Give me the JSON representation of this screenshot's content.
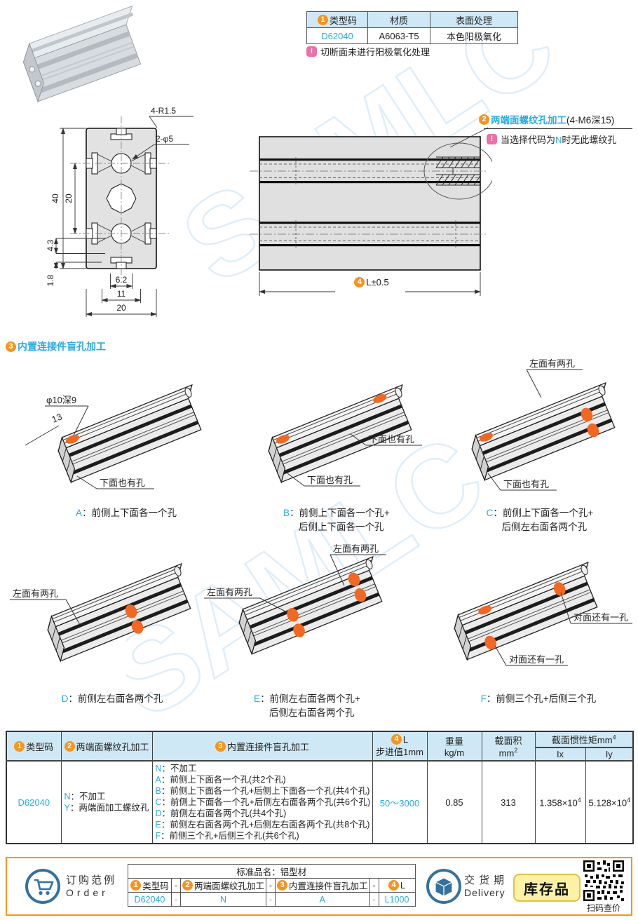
{
  "badges": {
    "n1": "1",
    "n2": "2",
    "n3": "3",
    "n4": "4"
  },
  "watermark": {
    "text": "SAMLC"
  },
  "spec_table": {
    "header": [
      {
        "num": "1",
        "label": "类型码"
      },
      {
        "label": "材质"
      },
      {
        "label": "表面处理"
      }
    ],
    "row": {
      "code": "D62040",
      "material": "A6063-T5",
      "surface": "本色阳极氧化"
    },
    "note": "切断面未进行阳极氧化处理"
  },
  "drawing": {
    "cross_section": {
      "label_radius": "4-R1.5",
      "label_holes": "2-φ5",
      "dim_height": "40",
      "dim_inner": "20",
      "dim_43": "4.3",
      "dim_18": "1.8",
      "dim_62": "6.2",
      "dim_11": "11",
      "dim_width": "20"
    },
    "side_view": {
      "ann_label": "两端面螺纹孔加工",
      "ann_suffix": "(4-M6深15)",
      "note_prefix": "当选择代码为",
      "note_highlight": "N",
      "note_suffix": "时无此螺纹孔",
      "dim_label": "L±0.5"
    }
  },
  "section3": {
    "title": "内置连接件盲孔加工"
  },
  "views": [
    {
      "letter": "A",
      "caption": "：前侧上下面各一个孔",
      "label_hole": "φ10深9",
      "label_13": "13",
      "label_bottom": "下面也有孔"
    },
    {
      "letter": "B",
      "caption": "：前侧上下面各一个孔+",
      "caption2": "后侧上下面各一个孔",
      "label_top": "下面也有孔",
      "label_bottom": "下面也有孔"
    },
    {
      "letter": "C",
      "caption": "：前侧上下面各一个孔+",
      "caption2": "后侧左右面各两个孔",
      "label_top": "左面有两孔",
      "label_bottom": "下面也有孔"
    },
    {
      "letter": "D",
      "caption": "：前侧左右面各两个孔",
      "label_left": "左面有两孔"
    },
    {
      "letter": "E",
      "caption": "：前侧左右面各两个孔+",
      "caption2": "后侧左右面各两个孔",
      "label_top": "左面有两孔",
      "label_left": "左面有两孔"
    },
    {
      "letter": "F",
      "caption": "：前侧三个孔+后侧三个孔",
      "label_right": "对面还有一孔",
      "label_bottom": "对面还有一孔"
    }
  ],
  "main_table": {
    "h_code": {
      "label": "类型码"
    },
    "h_thread": {
      "label": "两端面螺纹孔加工"
    },
    "h_blind": {
      "label": "内置连接件盲孔加工"
    },
    "h_length": {
      "label": "L",
      "sub": "步进值1mm"
    },
    "h_weight": {
      "line1": "重量",
      "line2": "kg/m"
    },
    "h_area": {
      "line1": "截面积",
      "line2": "mm",
      "exp": "2"
    },
    "h_inertia": {
      "label": "截面惯性矩mm",
      "exp": "4",
      "sub1": "Ix",
      "sub2": "Iy"
    },
    "row": {
      "code": "D62040",
      "thread_options": [
        {
          "key": "N",
          "text": "：不加工"
        },
        {
          "key": "Y",
          "text": "：两端面加工螺纹孔"
        }
      ],
      "blind_options": [
        {
          "key": "N",
          "text": "：不加工"
        },
        {
          "key": "A",
          "text": "：前侧上下面各一个孔(共2个孔)"
        },
        {
          "key": "B",
          "text": "：前侧上下面各一个孔+后侧上下面各一个孔(共4个孔)"
        },
        {
          "key": "C",
          "text": "：前侧上下面各一个孔+后侧左右面各两个孔(共6个孔)"
        },
        {
          "key": "D",
          "text": "：前侧左右面各两个孔(共4个孔)"
        },
        {
          "key": "E",
          "text": "：前侧左右面各两个孔+后侧左右面各两个孔(共8个孔)"
        },
        {
          "key": "F",
          "text": "：前侧三个孔+后侧三个孔(共6个孔)"
        }
      ],
      "length": "50～3000",
      "weight": "0.85",
      "area": "313",
      "ix_base": "1.358×10",
      "ix_exp": "4",
      "iy_base": "5.128×10",
      "iy_exp": "4"
    }
  },
  "footer": {
    "order_cn": "订购范例",
    "order_en": "Order",
    "order_table": {
      "title": "标准品名：铝型材",
      "h_code": {
        "label": "类型码"
      },
      "h_thread": {
        "label": "两端面螺纹孔加工"
      },
      "h_blind": {
        "label": "内置连接件盲孔加工"
      },
      "h_length": {
        "label": "L"
      },
      "dash": "-",
      "row": {
        "code": "D62040",
        "thread": "N",
        "blind": "A",
        "length": "L1000"
      }
    },
    "delivery_cn": "交货期",
    "delivery_en": "Delivery",
    "stock_badge": "库存品",
    "qr_caption": "扫码查价"
  }
}
